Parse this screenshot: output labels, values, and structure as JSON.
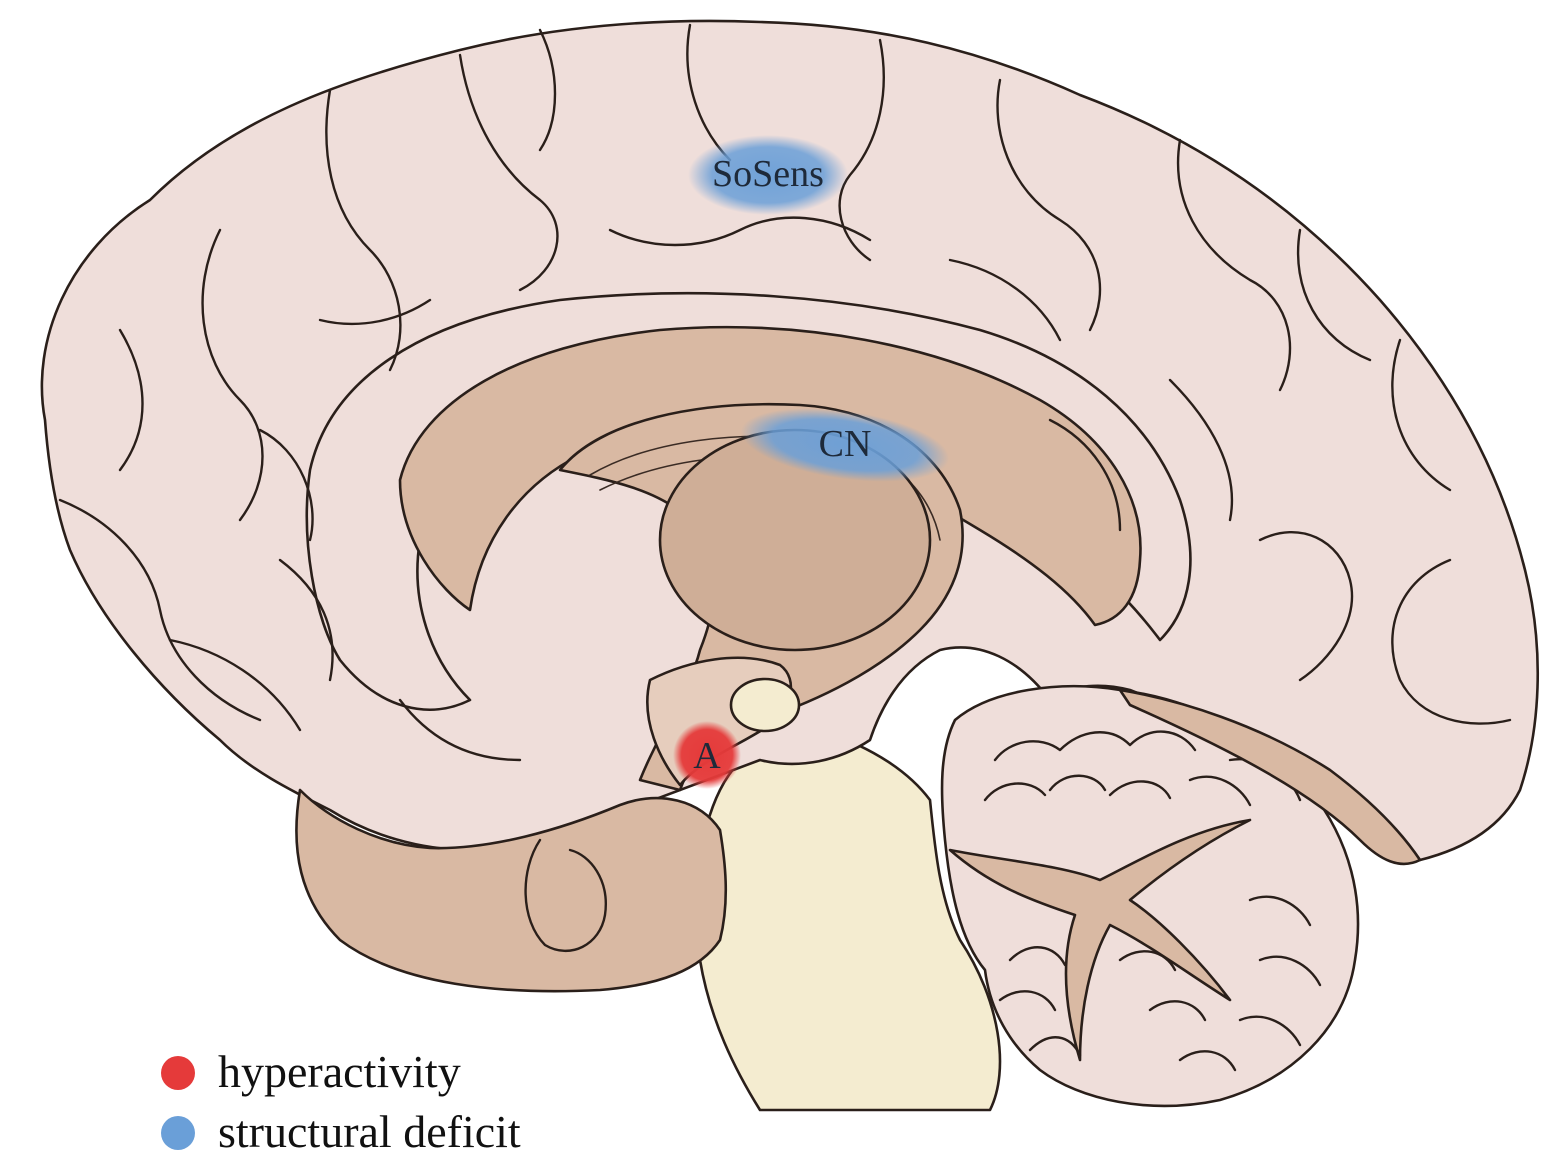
{
  "regions": [
    {
      "id": "sosens",
      "label": "SoSens",
      "category": "structural deficit"
    },
    {
      "id": "cn",
      "label": "CN",
      "category": "structural deficit"
    },
    {
      "id": "a",
      "label": "A",
      "category": "hyperactivity"
    }
  ],
  "legend": [
    {
      "label": "hyperactivity",
      "color": "#e53a3a"
    },
    {
      "label": "structural deficit",
      "color": "#6a9fd8"
    }
  ],
  "colors": {
    "cortex": "#efdeda",
    "deep_structures": "#d9b9a3",
    "thalamus": "#cfae97",
    "brainstem": "#f4ecd0",
    "outline": "#2a1f1a"
  }
}
